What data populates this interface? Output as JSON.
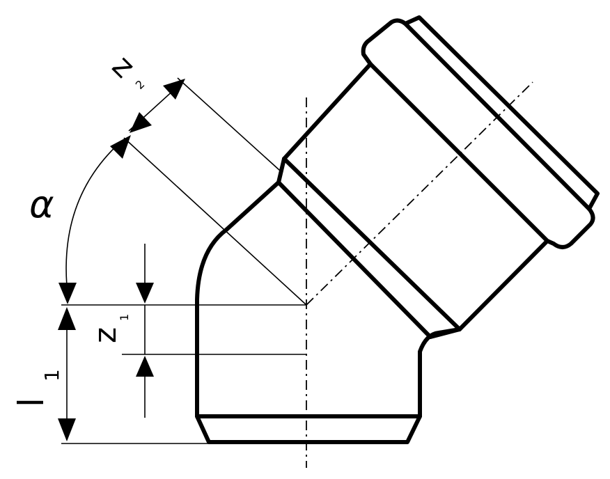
{
  "labels": {
    "alpha": "α",
    "z2_main": "z",
    "z2_sub": "2",
    "z1_main": "z",
    "z1_sub": "1",
    "l1_main": "l",
    "l1_sub": "1"
  }
}
